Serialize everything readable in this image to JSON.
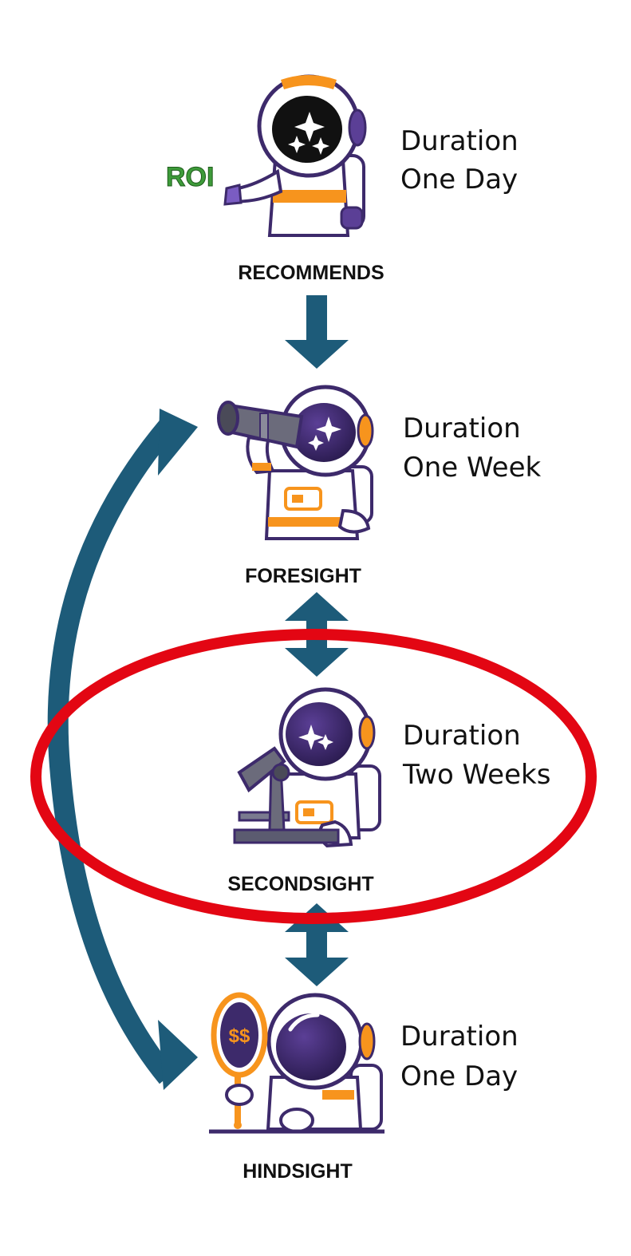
{
  "stages": [
    {
      "id": "recommends",
      "title": "RECOMMENDS",
      "duration_label": "Duration",
      "duration_value": "One Day",
      "prop_label": "ROI",
      "icon": "astronaut-presenting-icon"
    },
    {
      "id": "foresight",
      "title": "FORESIGHT",
      "duration_label": "Duration",
      "duration_value": "One Week",
      "icon": "astronaut-telescope-icon"
    },
    {
      "id": "secondsight",
      "title": "SECONDSIGHT",
      "duration_label": "Duration",
      "duration_value": "Two Weeks",
      "icon": "astronaut-microscope-icon",
      "highlighted": true
    },
    {
      "id": "hindsight",
      "title": "HINDSIGHT",
      "duration_label": "Duration",
      "duration_value": "One Day",
      "prop_label": "$$",
      "icon": "astronaut-mirror-icon"
    }
  ],
  "connections": [
    {
      "from": "recommends",
      "to": "foresight",
      "type": "one-way"
    },
    {
      "from": "foresight",
      "to": "secondsight",
      "type": "two-way"
    },
    {
      "from": "secondsight",
      "to": "hindsight",
      "type": "two-way"
    },
    {
      "from": "foresight",
      "to": "hindsight",
      "type": "two-way-curved"
    }
  ],
  "colors": {
    "arrow": "#1d5b79",
    "highlight": "#e30613",
    "suit_accent": "#f7941d",
    "suit_purple": "#3d2a6b",
    "roi_green": "#3e9b3a"
  }
}
